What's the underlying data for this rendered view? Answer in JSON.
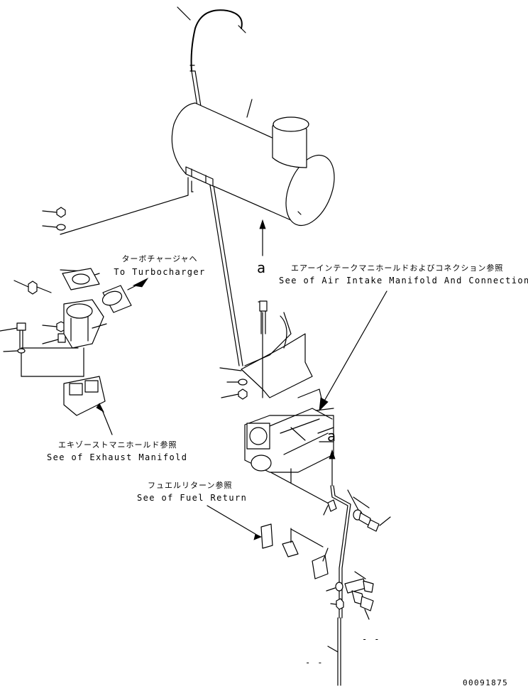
{
  "labels": {
    "turbo_jp": "ターボチャージャヘ",
    "turbo_en": "To Turbocharger",
    "air_intake_jp": "エアーインテークマニホールドおよびコネクション参照",
    "air_intake_en": "See of Air Intake Manifold And Connection",
    "exhaust_jp": "エキゾーストマニホールド参照",
    "exhaust_en": "See of Exhaust Manifold",
    "fuel_return_jp": "フュエルリターン参照",
    "fuel_return_en": "See of Fuel Return",
    "ref_a_upper": "a",
    "ref_a_lower": "a",
    "dash_right": "- -",
    "dash_bottom": "- -",
    "figure_number": "00091875"
  }
}
